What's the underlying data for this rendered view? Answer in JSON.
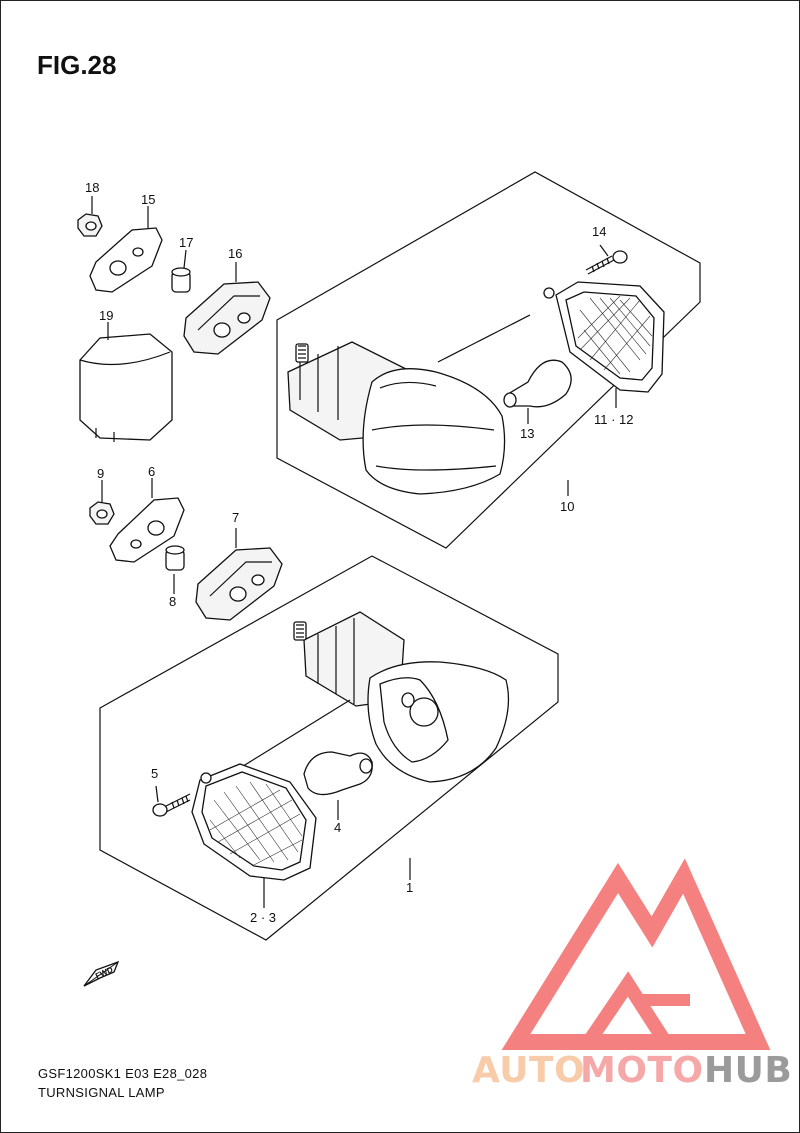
{
  "figure": {
    "title": "FIG.28",
    "model_code": "GSF1200SK1 E03 E28_028",
    "caption": "TURNSIGNAL LAMP",
    "fwd_label": "FWD"
  },
  "callouts": {
    "c1": "1",
    "c2_3": "2 · 3",
    "c4": "4",
    "c5": "5",
    "c6": "6",
    "c7": "7",
    "c8": "8",
    "c9": "9",
    "c10": "10",
    "c11_12": "11 · 12",
    "c13": "13",
    "c14": "14",
    "c15": "15",
    "c16": "16",
    "c17": "17",
    "c18": "18",
    "c19": "19"
  },
  "watermark": {
    "part1": "AUTO",
    "part2": "MOTO",
    "part3": "HUB",
    "color_logo": "#f36b6b",
    "color_auto": "#f7c39b",
    "color_moto": "#f59a9a",
    "color_hub": "#8a8a8a"
  }
}
